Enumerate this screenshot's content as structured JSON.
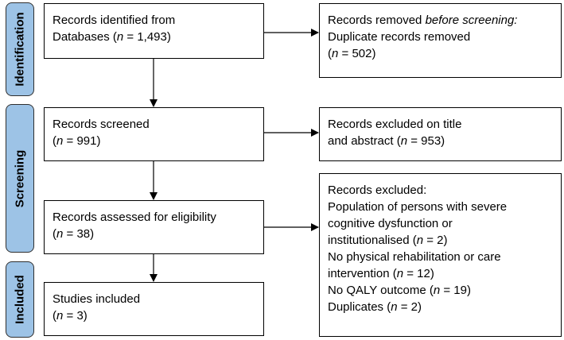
{
  "stages": {
    "identification": "Identification",
    "screening": "Screening",
    "included": "Included"
  },
  "boxes": {
    "identified": {
      "line1": "Records identified from",
      "line2_prefix": "Databases (",
      "n_label": "n",
      "line2_suffix": " = 1,493)"
    },
    "removed": {
      "line1_prefix": "Records removed ",
      "line1_italic": "before screening:",
      "line2": "Duplicate records removed",
      "line3_prefix": "(",
      "n_label": "n",
      "line3_suffix": " = 502)"
    },
    "screened": {
      "line1": "Records screened",
      "line2_prefix": "(",
      "n_label": "n",
      "line2_suffix": " = 991)"
    },
    "excluded_title": {
      "line1": "Records excluded on title",
      "line2_prefix": "and abstract (",
      "n_label": "n",
      "line2_suffix": " = 953)"
    },
    "eligibility": {
      "line1": "Records assessed for eligibility",
      "line2_prefix": "(",
      "n_label": "n",
      "line2_suffix": " = 38)"
    },
    "excluded_reasons": {
      "line1": "Records excluded:",
      "line2": "Population of persons with severe",
      "line3": "cognitive dysfunction or",
      "line4_prefix": "institutionalised (",
      "line4_n": "n",
      "line4_suffix": " = 2)",
      "line5": "No physical rehabilitation or care",
      "line6_prefix": "intervention (",
      "line6_n": "n",
      "line6_suffix": " = 12)",
      "line7_prefix": "No QALY outcome (",
      "line7_n": "n",
      "line7_suffix": " = 19)",
      "line8_prefix": "Duplicates (",
      "line8_n": "n",
      "line8_suffix": " = 2)"
    },
    "included": {
      "line1": "Studies included",
      "line2_prefix": "(",
      "n_label": "n",
      "line2_suffix": " = 3)"
    }
  },
  "colors": {
    "stage_fill": "#9dc3e6",
    "border": "#000000"
  }
}
